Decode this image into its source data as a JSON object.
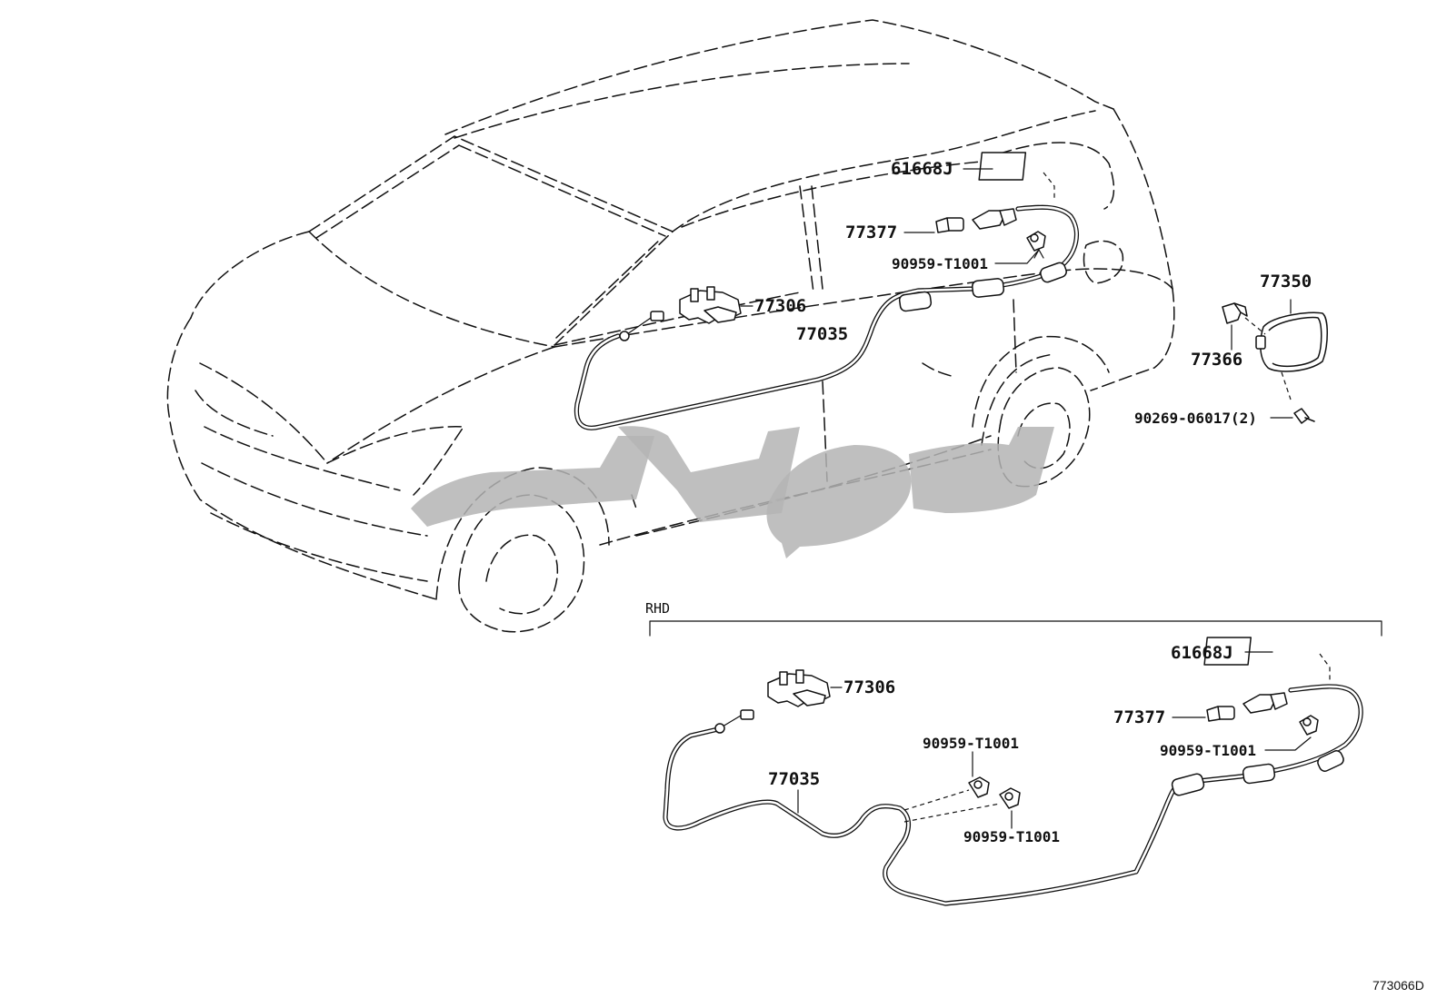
{
  "callouts": {
    "label_61668j_top": "61668J",
    "label_77377_top": "77377",
    "label_90959_top": "90959-T1001",
    "label_77306_top": "77306",
    "label_77035_top": "77035",
    "label_77350": "77350",
    "label_77366": "77366",
    "label_90269": "90269-06017(2)"
  },
  "rhd": {
    "section_label": "RHD",
    "label_61668j": "61668J",
    "label_77377": "77377",
    "label_90959_right": "90959-T1001",
    "label_77306": "77306",
    "label_77035": "77035",
    "label_90959_center_top": "90959-T1001",
    "label_90959_center_bottom": "90959-T1001"
  },
  "diagram_code": "773066D",
  "colors": {
    "ink": "#111111",
    "watermark": "#b4b4b4",
    "background": "#ffffff"
  }
}
